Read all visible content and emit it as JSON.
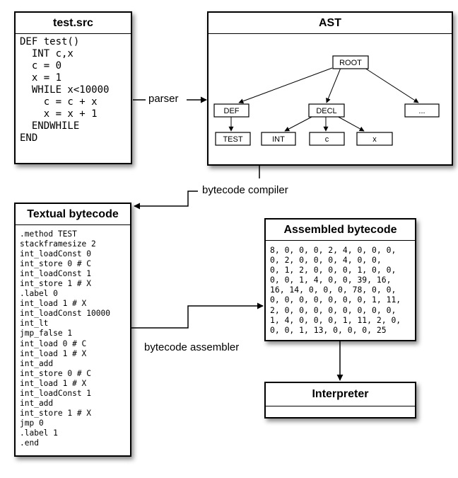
{
  "source": {
    "title": "test.src",
    "code": "DEF test()\n  INT c,x\n  c = 0\n  x = 1\n  WHILE x<10000\n    c = c + x\n    x = x + 1\n  ENDWHILE\nEND"
  },
  "ast": {
    "title": "AST",
    "nodes": {
      "root": "ROOT",
      "def": "DEF",
      "decl": "DECL",
      "ellipsis": "...",
      "test": "TEST",
      "int": "INT",
      "c": "c",
      "x": "x"
    }
  },
  "textual": {
    "title": "Textual bytecode",
    "code": ".method TEST\nstackframesize 2\nint_loadConst 0\nint_store 0 # C\nint_loadConst 1\nint_store 1 # X\n.label 0\nint_load 1 # X\nint_loadConst 10000\nint_lt\njmp_false 1\nint_load 0 # C\nint_load 1 # X\nint_add\nint_store 0 # C\nint_load 1 # X\nint_loadConst 1\nint_add\nint_store 1 # X\njmp 0\n.label 1\n.end"
  },
  "assembled": {
    "title": "Assembled bytecode",
    "code": "8, 0, 0, 0, 2, 4, 0, 0, 0,\n0, 2, 0, 0, 0, 4, 0, 0,\n0, 1, 2, 0, 0, 0, 1, 0, 0,\n0, 0, 1, 4, 0, 0, 39, 16,\n16, 14, 0, 0, 0, 78, 0, 0,\n0, 0, 0, 0, 0, 0, 0, 1, 11,\n2, 0, 0, 0, 0, 0, 0, 0, 0,\n1, 4, 0, 0, 0, 1, 11, 2, 0,\n0, 0, 1, 13, 0, 0, 0, 25"
  },
  "interpreter": {
    "title": "Interpreter"
  },
  "edges": {
    "parser": "parser",
    "compiler": "bytecode compiler",
    "assembler": "bytecode assembler"
  }
}
